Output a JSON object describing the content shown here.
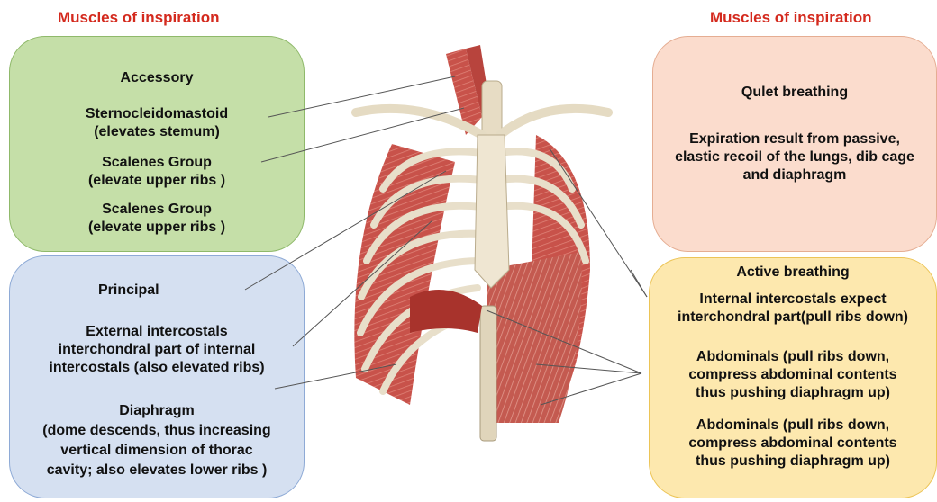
{
  "headings": {
    "left": "Muscles of inspiration",
    "right": "Muscles of inspiration"
  },
  "accessory": {
    "title": "Accessory",
    "items": [
      {
        "name": "Sternocleidomastoid",
        "detail": "(elevates stemum)"
      },
      {
        "name": "Scalenes Group",
        "detail": "(elevate upper ribs )"
      },
      {
        "name": "Scalenes Group",
        "detail": "(elevate upper ribs )"
      }
    ]
  },
  "principal": {
    "title": "Principal",
    "intercostals": [
      "External intercostals",
      "interchondral part of internal",
      "intercostals (also elevated ribs)"
    ],
    "diaphragm_title": "Diaphragm",
    "diaphragm_lines": [
      "(dome descends, thus increasing",
      "vertical dimension of thorac",
      "cavity; also elevates lower ribs )"
    ]
  },
  "quiet": {
    "title": "Qulet breathing",
    "lines": [
      "Expiration result from passive,",
      "elastic recoil of the lungs, dib cage",
      "and diaphragm"
    ]
  },
  "active": {
    "title": "Active breathing",
    "internal_lines": [
      "Internal  intercostals expect",
      "interchondral part(pull ribs down)"
    ],
    "abdominals_1": [
      "Abdominals (pull ribs down,",
      "compress abdominal contents",
      "thus pushing diaphragm up)"
    ],
    "abdominals_2": [
      "Abdominals (pull ribs down,",
      "compress abdominal contents",
      "thus pushing diaphragm up)"
    ]
  },
  "colors": {
    "heading": "#d42a1e",
    "accessory_bg": "#c5dfa8",
    "principal_bg": "#d5e0f1",
    "quiet_bg": "#fbdccd",
    "active_bg": "#fde8ae",
    "muscle": "#c8524a",
    "bone": "#ece3cf"
  }
}
